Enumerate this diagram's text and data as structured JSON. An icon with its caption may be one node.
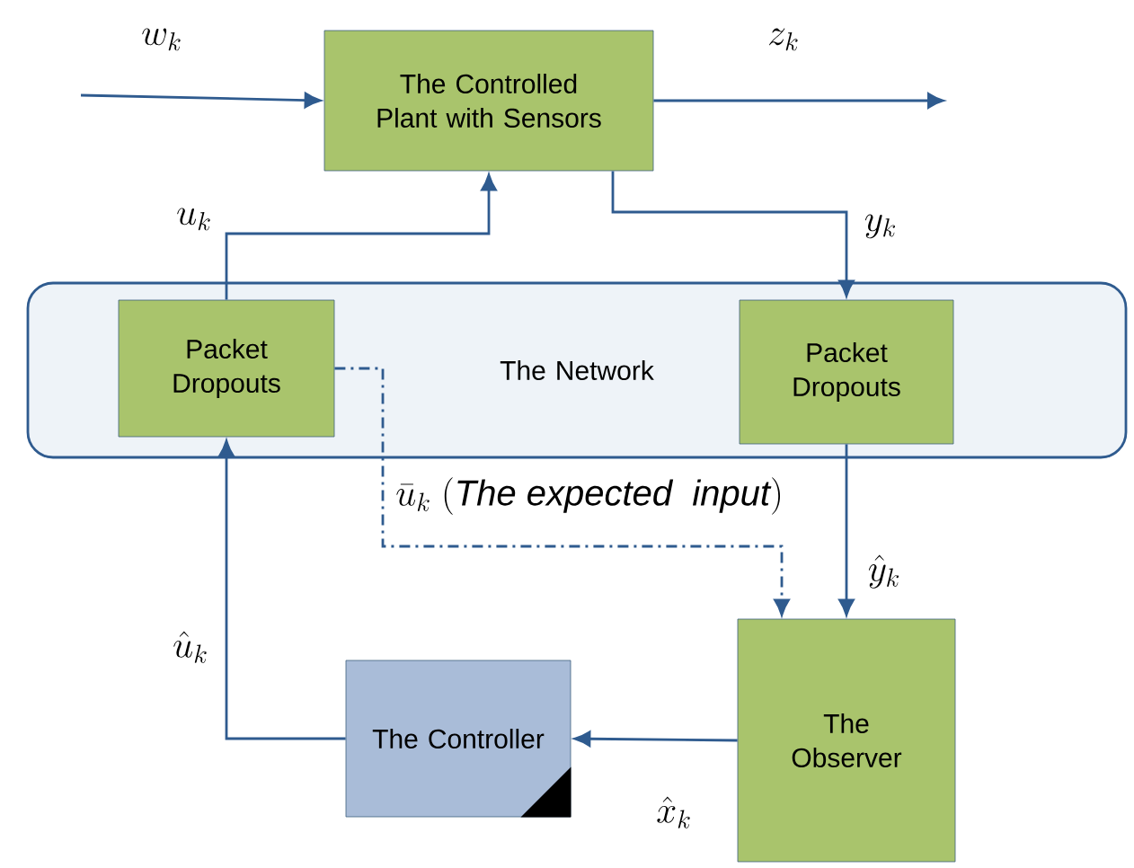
{
  "diagram": {
    "nodes": [
      {
        "text": [
          "The Controlled Plant with Sensors"
        ]
      },
      {
        "text": [
          "The Network"
        ]
      },
      {
        "text": [
          "Packet Dropouts"
        ],
        "in": 1
      },
      {
        "text": [
          "Packet Dropouts"
        ],
        "in": 1
      },
      {
        "text": [
          "The Controller"
        ]
      },
      {
        "text": [
          "The Observer"
        ]
      }
    ],
    "edges": [
      {
        "from": null,
        "to": 0,
        "arrow": "to",
        "label": "w_k"
      },
      {
        "from": 0,
        "to": null,
        "arrow": "to",
        "label": "z_k"
      },
      {
        "from": 2,
        "to": 0,
        "arrow": "to",
        "label": "u_k"
      },
      {
        "from": 0,
        "to": 3,
        "arrow": "to",
        "label": "y_k"
      },
      {
        "from": 3,
        "to": 5,
        "arrow": "to",
        "label": "\\hat{y}_k"
      },
      {
        "from": 2,
        "to": 5,
        "arrow": "to",
        "style": "dashed",
        "label": "\\bar{u}_k\\ (\\mathit{The\\ expected\\ \\ input})"
      },
      {
        "from": 5,
        "to": 4,
        "arrow": "to",
        "label": "\\hat{x}_k"
      },
      {
        "from": 4,
        "to": 2,
        "arrow": "to",
        "label": "\\hat{u}_k"
      }
    ]
  }
}
